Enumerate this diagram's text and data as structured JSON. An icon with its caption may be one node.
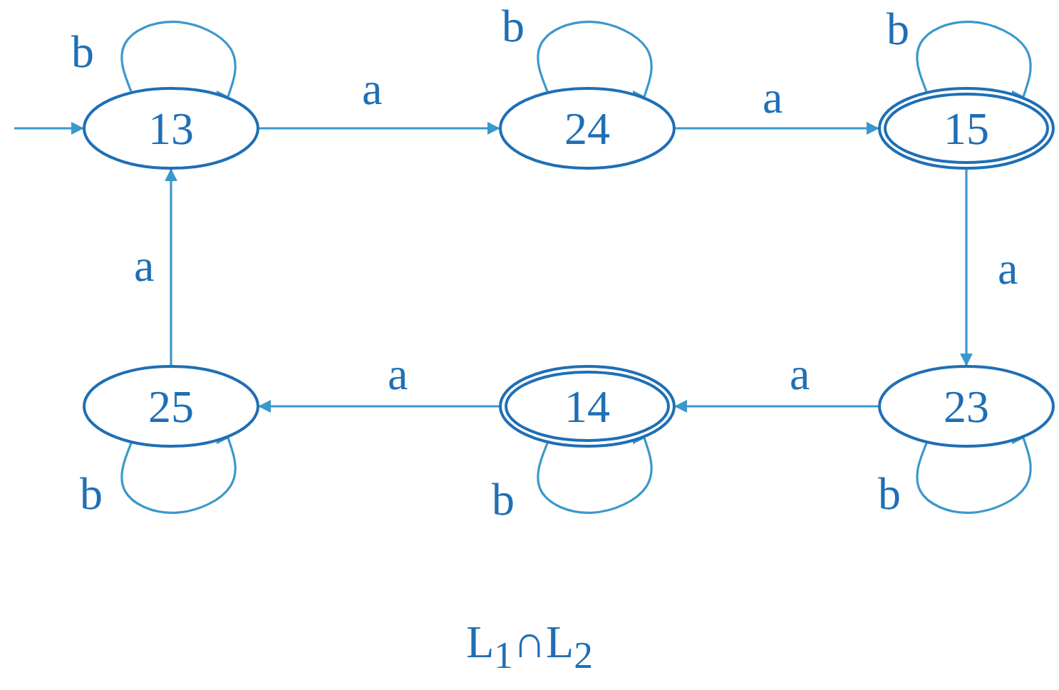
{
  "diagram": {
    "caption": "L$_{1}$∩L$_{2}$",
    "nodes": [
      {
        "text": [
          "13"
        ]
      },
      {
        "text": [
          "24"
        ]
      },
      {
        "text": [
          "15"
        ]
      },
      {
        "text": [
          "23"
        ]
      },
      {
        "text": [
          "14"
        ]
      },
      {
        "text": [
          "25"
        ]
      }
    ],
    "edges": [
      {
        "from": null,
        "to": 0,
        "arrow": "to"
      },
      {
        "from": 0,
        "to": 0,
        "label": "b",
        "arrow": "to"
      },
      {
        "from": 0,
        "to": 1,
        "label": "a",
        "arrow": "to"
      },
      {
        "from": 1,
        "to": 1,
        "label": "b",
        "arrow": "to"
      },
      {
        "from": 1,
        "to": 2,
        "label": "a",
        "arrow": "to"
      },
      {
        "from": 2,
        "to": 2,
        "label": "b",
        "arrow": "to"
      },
      {
        "from": 2,
        "to": 3,
        "label": "a",
        "arrow": "to"
      },
      {
        "from": 3,
        "to": 3,
        "label": "b",
        "arrow": "to"
      },
      {
        "from": 3,
        "to": 4,
        "label": "a",
        "arrow": "to"
      },
      {
        "from": 4,
        "to": 4,
        "label": "b",
        "arrow": "to"
      },
      {
        "from": 4,
        "to": 5,
        "label": "a",
        "arrow": "to"
      },
      {
        "from": 5,
        "to": 5,
        "label": "b",
        "arrow": "to"
      },
      {
        "from": 5,
        "to": 0,
        "label": "a",
        "arrow": "to"
      }
    ]
  }
}
